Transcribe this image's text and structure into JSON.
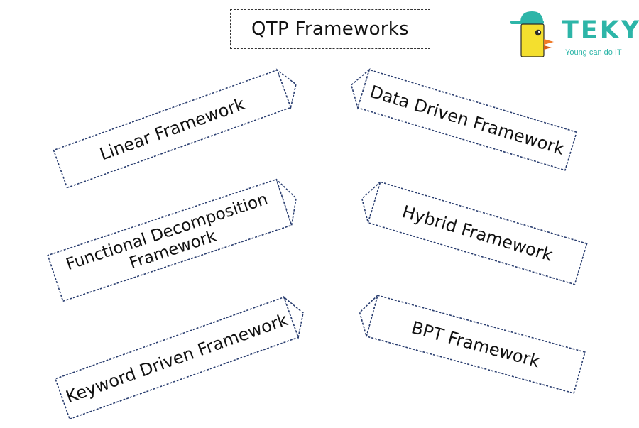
{
  "title": "QTP Frameworks",
  "logo": {
    "word": "TEKY",
    "slogan": "Young can do IT"
  },
  "frameworks_left": [
    {
      "lines": [
        "Linear Framework"
      ]
    },
    {
      "lines": [
        "Functional Decomposition",
        "Framework"
      ]
    },
    {
      "lines": [
        "Keyword Driven Framework"
      ]
    }
  ],
  "frameworks_right": [
    {
      "lines": [
        "Data Driven Framework"
      ]
    },
    {
      "lines": [
        "Hybrid Framework"
      ]
    },
    {
      "lines": [
        "BPT Framework"
      ]
    }
  ],
  "colors": {
    "arrow_border": "#2a3e70",
    "text": "#111111",
    "logo_accent": "#2db5a8",
    "logo_yellow": "#f4df2e"
  }
}
